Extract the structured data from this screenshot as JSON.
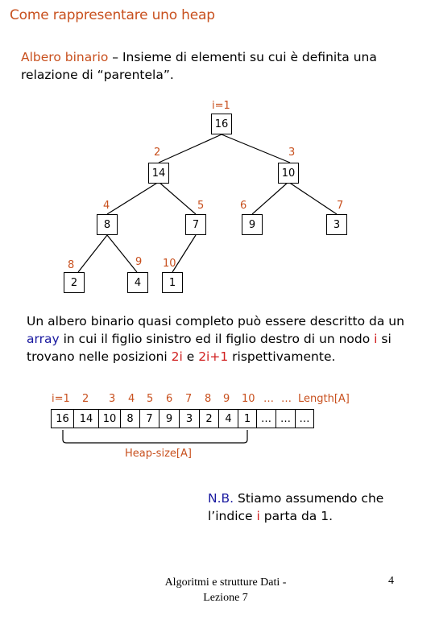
{
  "title": "Come rappresentare uno heap",
  "intro": {
    "term": "Albero binario",
    "text": " – Insieme di elementi su cui è definita una relazione di “parentela”."
  },
  "tree": {
    "nodes": [
      {
        "i": "i=1",
        "v": "16"
      },
      {
        "i": "2",
        "v": "14"
      },
      {
        "i": "3",
        "v": "10"
      },
      {
        "i": "4",
        "v": "8"
      },
      {
        "i": "5",
        "v": "7"
      },
      {
        "i": "6",
        "v": "9"
      },
      {
        "i": "7",
        "v": "3"
      },
      {
        "i": "8",
        "v": "2"
      },
      {
        "i": "9",
        "v": "4"
      },
      {
        "i": "10",
        "v": "1"
      }
    ]
  },
  "description": {
    "p1": "Un albero binario quasi completo può essere descritto da un ",
    "array_word": "array",
    "p2": " in cui il figlio sinistro ed il figlio destro di un nodo ",
    "i_word": "i",
    "p3": " si trovano nelle posizioni ",
    "pos1": "2i",
    "p4": " e ",
    "pos2": "2i+1",
    "p5": " rispettivamente."
  },
  "array": {
    "index_labels": [
      "i=1",
      "2",
      "3",
      "4",
      "5",
      "6",
      "7",
      "8",
      "9",
      "10",
      "…",
      "…",
      "Length[A]"
    ],
    "values": [
      "16",
      "14",
      "10",
      "8",
      "7",
      "9",
      "3",
      "2",
      "4",
      "1",
      "…",
      "…",
      "…"
    ],
    "heap_size_label": "Heap-size[A]"
  },
  "nb": {
    "label": "N.B.",
    "t1": "  Stiamo assumendo che l’indice ",
    "i_word": "i",
    "t2": " parta da 1."
  },
  "footer": {
    "line1": "Algoritmi e strutture Dati -",
    "line2": "Lezione 7",
    "page": "4"
  }
}
